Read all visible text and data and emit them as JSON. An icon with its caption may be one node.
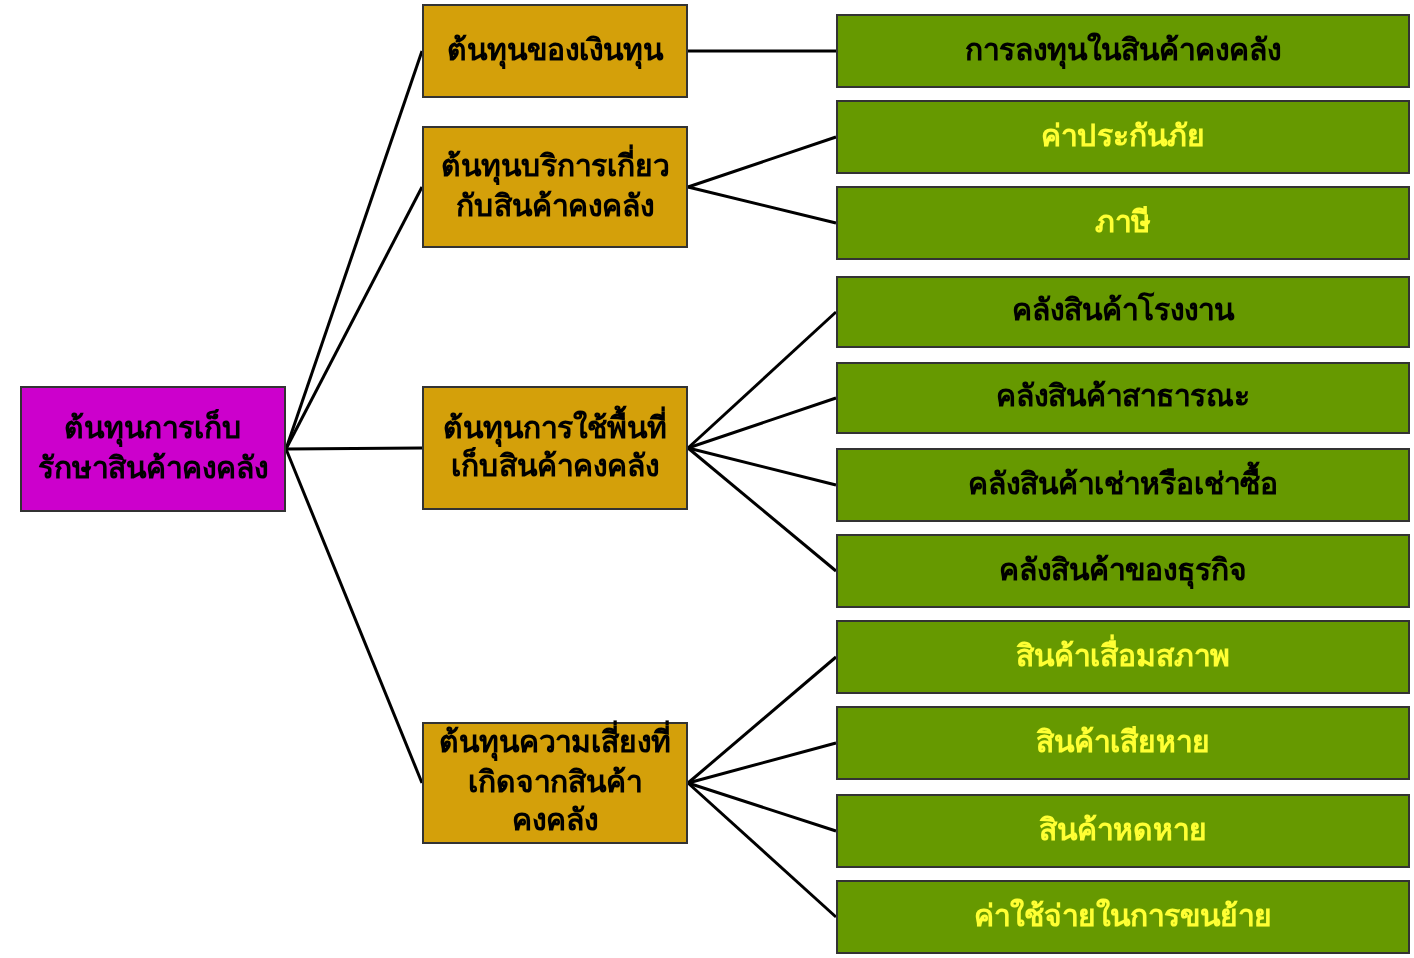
{
  "diagram": {
    "nodes": [
      {
        "text": [
          "ต้นทุนการเก็บรักษาสินค้าคงคลัง"
        ]
      },
      {
        "text": [
          "ต้นทุนของเงินทุน"
        ]
      },
      {
        "text": [
          "ต้นทุนบริการเกี่ยวกับสินค้าคงคลัง"
        ]
      },
      {
        "text": [
          "ต้นทุนการใช้พื้นที่เก็บสินค้าคงคลัง"
        ]
      },
      {
        "text": [
          "ต้นทุนความเสี่ยงที่เกิดจากสินค้าคงคลัง"
        ]
      },
      {
        "text": [
          "การลงทุนในสินค้าคงคลัง"
        ]
      },
      {
        "text": [
          "ค่าประกันภัย"
        ]
      },
      {
        "text": [
          "ภาษี"
        ]
      },
      {
        "text": [
          "คลังสินค้าโรงงาน"
        ]
      },
      {
        "text": [
          "คลังสินค้าสาธารณะ"
        ]
      },
      {
        "text": [
          "คลังสินค้าเช่าหรือเช่าซื้อ"
        ]
      },
      {
        "text": [
          "คลังสินค้าของธุรกิจ"
        ]
      },
      {
        "text": [
          "สินค้าเสื่อมสภาพ"
        ]
      },
      {
        "text": [
          "สินค้าเสียหาย"
        ]
      },
      {
        "text": [
          "สินค้าหดหาย"
        ]
      },
      {
        "text": [
          "ค่าใช้จ่ายในการขนย้าย"
        ]
      }
    ],
    "edges": [
      {
        "from": 0,
        "to": 1,
        "arrow": "none"
      },
      {
        "from": 0,
        "to": 2,
        "arrow": "none"
      },
      {
        "from": 0,
        "to": 3,
        "arrow": "none"
      },
      {
        "from": 0,
        "to": 4,
        "arrow": "none"
      },
      {
        "from": 1,
        "to": 5,
        "arrow": "none"
      },
      {
        "from": 2,
        "to": 6,
        "arrow": "none"
      },
      {
        "from": 2,
        "to": 7,
        "arrow": "none"
      },
      {
        "from": 3,
        "to": 8,
        "arrow": "none"
      },
      {
        "from": 3,
        "to": 9,
        "arrow": "none"
      },
      {
        "from": 3,
        "to": 10,
        "arrow": "none"
      },
      {
        "from": 3,
        "to": 11,
        "arrow": "none"
      },
      {
        "from": 4,
        "to": 12,
        "arrow": "none"
      },
      {
        "from": 4,
        "to": 13,
        "arrow": "none"
      },
      {
        "from": 4,
        "to": 14,
        "arrow": "none"
      },
      {
        "from": 4,
        "to": 15,
        "arrow": "none"
      }
    ]
  }
}
